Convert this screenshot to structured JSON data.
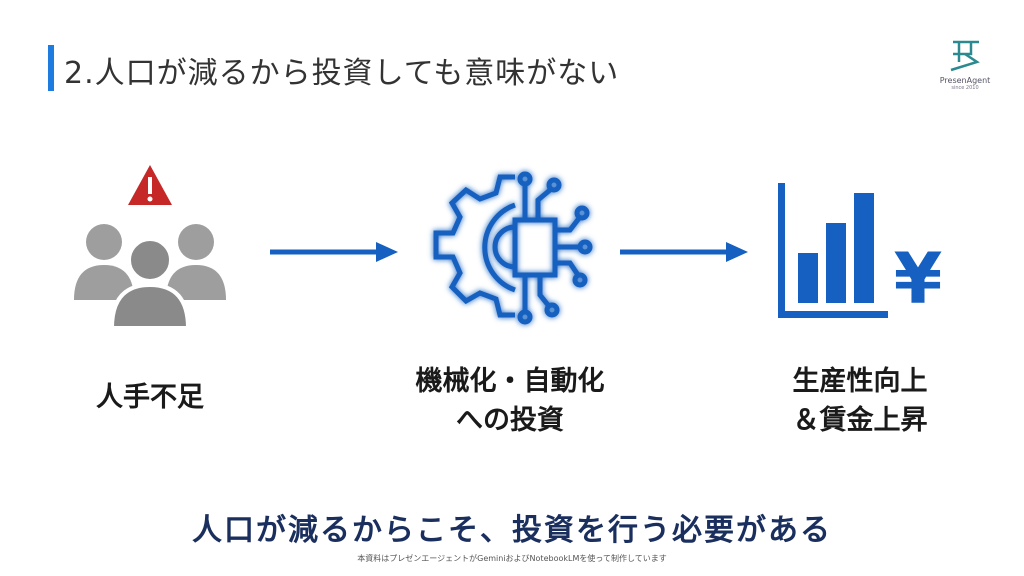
{
  "header": {
    "title": "2.人口が減るから投資しても意味がない"
  },
  "logo": {
    "name": "PresenAgent",
    "since": "since 2010"
  },
  "flow": [
    {
      "icon": "people-warning-icon",
      "label_lines": [
        "人手不足"
      ]
    },
    {
      "icon": "gear-circuit-icon",
      "label_lines": [
        "機械化・自動化",
        "への投資"
      ]
    },
    {
      "icon": "bar-chart-yen-icon",
      "label_lines": [
        "生産性向上",
        "＆賃金上昇"
      ]
    }
  ],
  "message": "人口が減るからこそ、投資を行う必要がある",
  "footer": "本資料はプレゼンエージェントがGeminiおよびNotebookLMを使って制作しています",
  "colors": {
    "accent": "#1e7be0",
    "icon_blue": "#1560c0",
    "message": "#1a2f5e"
  }
}
